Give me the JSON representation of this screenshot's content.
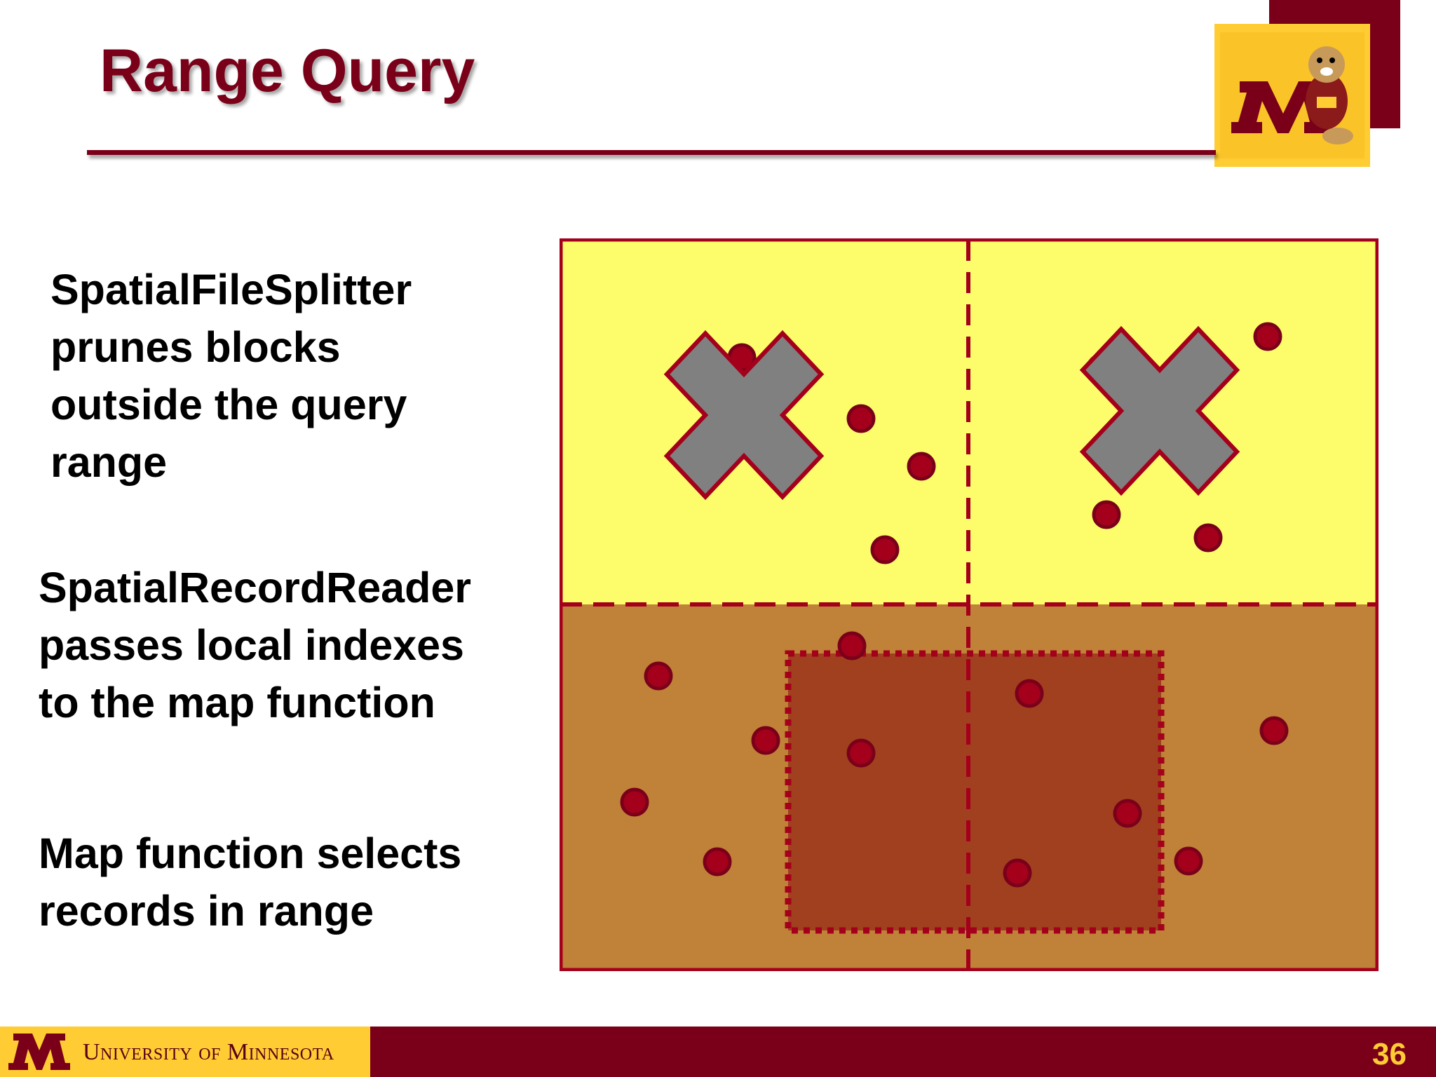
{
  "slide": {
    "title": "Range Query",
    "bullets": [
      {
        "lines": [
          "SpatialFileSplitter",
          "prunes blocks",
          "outside the query",
          "range"
        ]
      },
      {
        "lines": [
          "SpatialRecordReader",
          "passes local indexes",
          "to the map function"
        ]
      },
      {
        "lines": [
          "Map function selects",
          "records in range"
        ]
      }
    ],
    "page_number": "36"
  },
  "footer": {
    "university": "University of Minnesota"
  },
  "colors": {
    "maroon": "#7a0019",
    "gold": "#ffcc33",
    "pruned_block": "#fdfd6c",
    "active_block": "#c08138",
    "query_range": "#a0401f",
    "record_point": "#a4001c",
    "prune_mark": "#808080"
  },
  "icons": {
    "logo": "goldy-gopher-logo",
    "footer_logo": "block-m-logo",
    "prune_mark": "x-mark-icon"
  }
}
